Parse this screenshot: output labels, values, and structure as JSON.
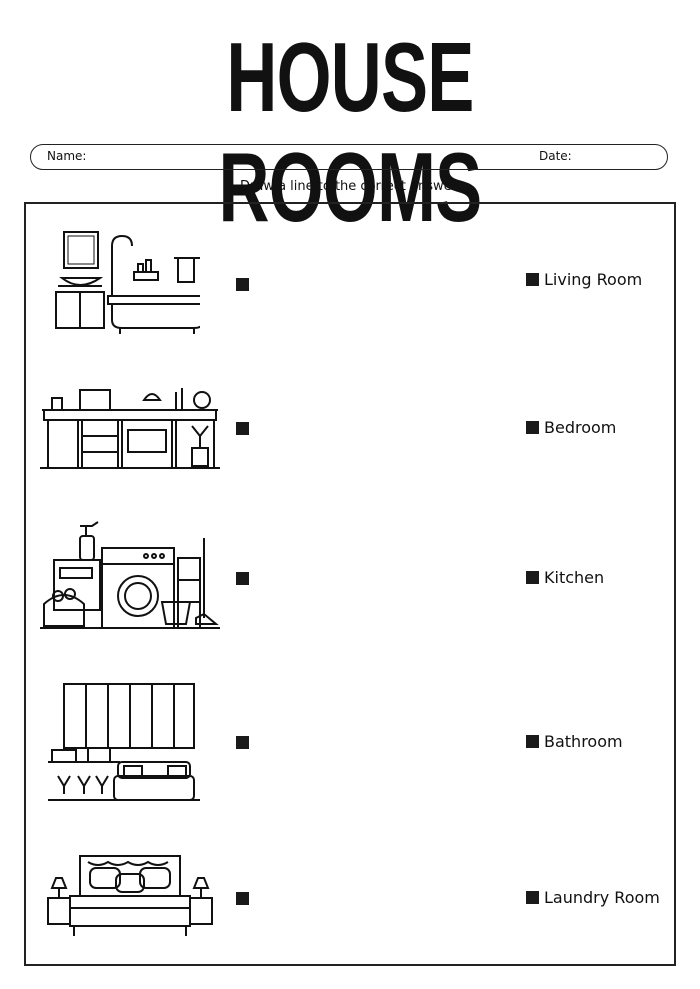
{
  "worksheet": {
    "title": "HOUSE ROOMS",
    "name_label": "Name:",
    "date_label": "Date:",
    "instruction": "Draw a line to the correct answer."
  },
  "pictures": [
    {
      "icon": "bathroom-scene-icon"
    },
    {
      "icon": "kitchen-scene-icon"
    },
    {
      "icon": "laundry-scene-icon"
    },
    {
      "icon": "living-room-scene-icon"
    },
    {
      "icon": "bedroom-scene-icon"
    }
  ],
  "answers": [
    {
      "label": "Living Room"
    },
    {
      "label": "Bedroom"
    },
    {
      "label": "Kitchen"
    },
    {
      "label": "Bathroom"
    },
    {
      "label": "Laundry Room"
    }
  ],
  "colors": {
    "ink": "#111111",
    "background": "#ffffff"
  }
}
